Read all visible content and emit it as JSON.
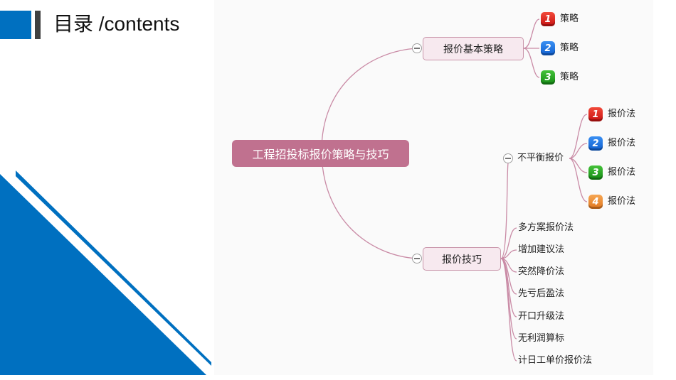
{
  "header": {
    "title": "目录 /contents",
    "accent_color": "#0070C0",
    "bar_color": "#404040"
  },
  "mindmap": {
    "root": {
      "label": "工程招投标报价策略与技巧",
      "color": "#c0718f"
    },
    "branches": [
      {
        "label": "报价基本策略",
        "children": [
          {
            "badge": "1",
            "badge_color": "red",
            "label": "策略"
          },
          {
            "badge": "2",
            "badge_color": "blue",
            "label": "策略"
          },
          {
            "badge": "3",
            "badge_color": "green",
            "label": "策略"
          }
        ]
      },
      {
        "label": "报价技巧",
        "children": [
          {
            "label": "不平衡报价",
            "children": [
              {
                "badge": "1",
                "badge_color": "red",
                "label": "报价法"
              },
              {
                "badge": "2",
                "badge_color": "blue",
                "label": "报价法"
              },
              {
                "badge": "3",
                "badge_color": "green",
                "label": "报价法"
              },
              {
                "badge": "4",
                "badge_color": "orange",
                "label": "报价法"
              }
            ]
          },
          {
            "label": "多方案报价法"
          },
          {
            "label": "增加建议法"
          },
          {
            "label": "突然降价法"
          },
          {
            "label": "先亏后盈法"
          },
          {
            "label": "开口升级法"
          },
          {
            "label": "无利润算标"
          },
          {
            "label": "计日工单价报价法"
          }
        ]
      }
    ],
    "link_color": "#c98aa5",
    "badge_colors": {
      "red": "#d81e1e",
      "blue": "#1f6fe0",
      "green": "#1fa31f",
      "orange": "#f08a30"
    }
  }
}
